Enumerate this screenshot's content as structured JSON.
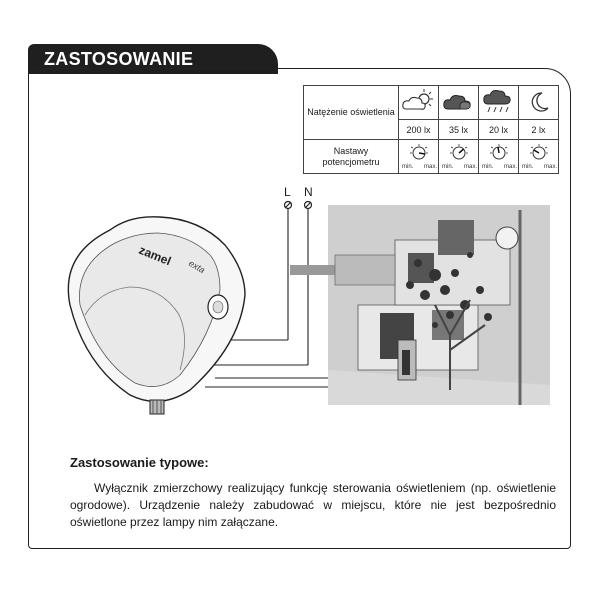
{
  "section": {
    "title": "ZASTOSOWANIE"
  },
  "table": {
    "row_header_1": "Natężenie oświetlenia",
    "row_header_2": "Nastawy potencjometru",
    "columns": [
      {
        "icon": "sun-partly-cloudy-icon",
        "lux": "200 lx"
      },
      {
        "icon": "cloud-icon",
        "lux": "35 lx"
      },
      {
        "icon": "cloud-rain-icon",
        "lux": "20 lx"
      },
      {
        "icon": "moon-icon",
        "lux": "2 lx"
      }
    ],
    "min_label": "min.",
    "max_label": "max."
  },
  "wiring": {
    "L": "L",
    "N": "N"
  },
  "device": {
    "brand": "zamel",
    "logo": "exta"
  },
  "description": {
    "title": "Zastosowanie typowe:",
    "text": "Wyłącznik zmierzchowy realizujący funkcję sterowania oświetleniem (np. oświetlenie ogrodowe). Urządzenie należy zabudować w miejscu, które nie jest bezpośrednio oświetlone przez lampy nim załączane."
  }
}
